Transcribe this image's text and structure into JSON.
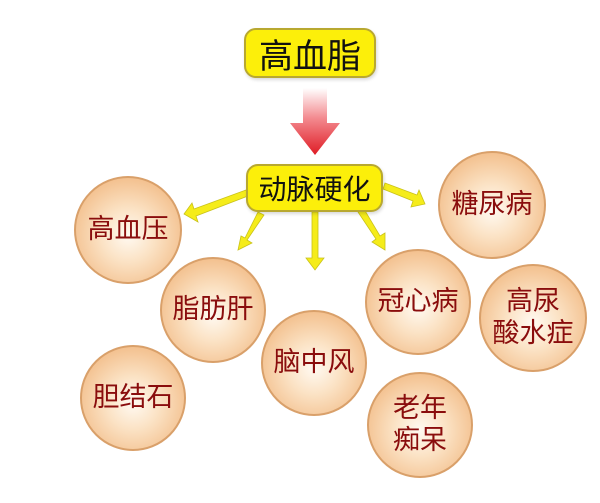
{
  "root": {
    "label": "高血脂"
  },
  "intermediate": {
    "label": "动脉硬化"
  },
  "colors": {
    "box_fill": "#fcef0a",
    "arrow_red": "#e01e2a",
    "arrow_yellow": "#f5ec1a",
    "circle_fill": "#f3c08e",
    "circle_text": "#8a0d0d"
  },
  "diseases": [
    {
      "line1": "高血压",
      "line2": ""
    },
    {
      "line1": "糖尿病",
      "line2": ""
    },
    {
      "line1": "脂肪肝",
      "line2": ""
    },
    {
      "line1": "冠心病",
      "line2": ""
    },
    {
      "line1": "高尿",
      "line2": "酸水症"
    },
    {
      "line1": "脑中风",
      "line2": ""
    },
    {
      "line1": "胆结石",
      "line2": ""
    },
    {
      "line1": "老年",
      "line2": "痴呆"
    }
  ]
}
